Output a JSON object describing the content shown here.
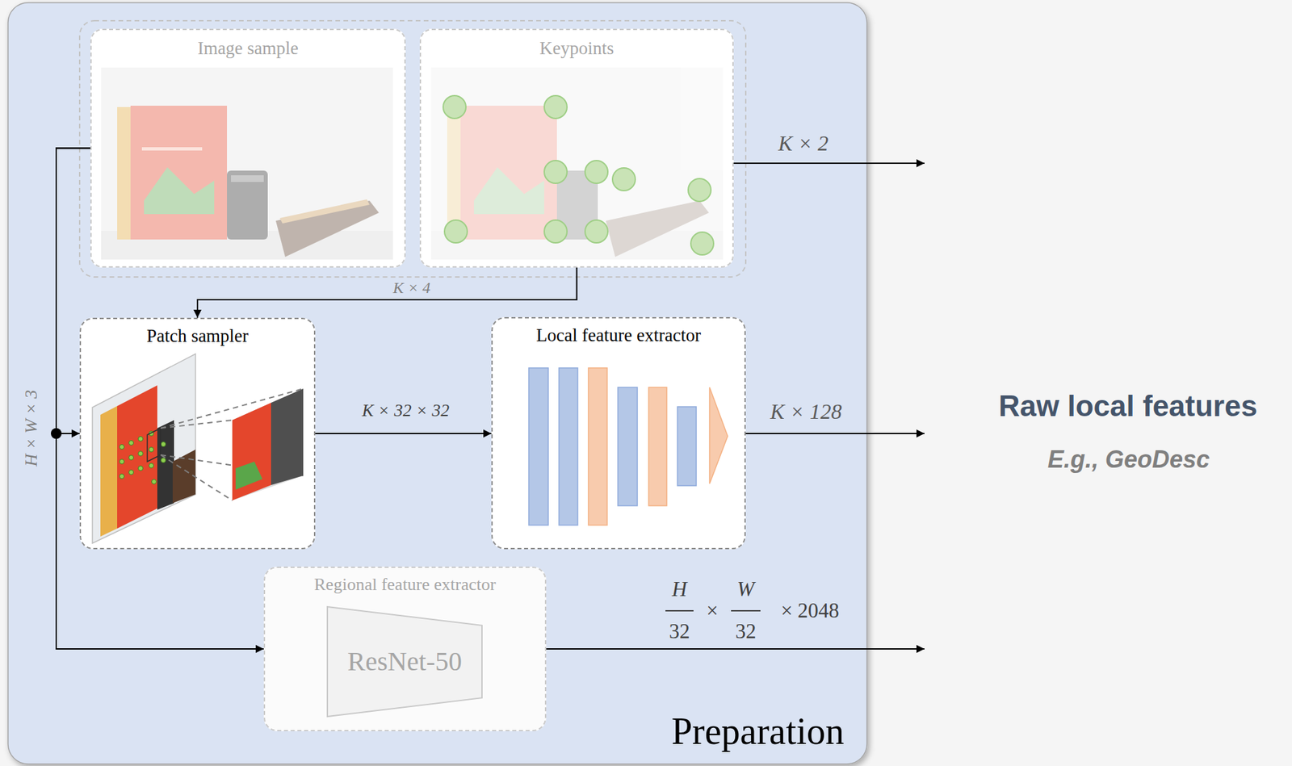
{
  "diagram": {
    "nodes": [
      {
        "text": [
          "Preparation"
        ]
      },
      {
        "text": [
          "Image sample"
        ],
        "in": 0
      },
      {
        "text": [
          "Keypoints"
        ],
        "in": 0
      },
      {
        "text": [
          "Patch sampler"
        ],
        "in": 0
      },
      {
        "text": [
          "Local feature extractor"
        ],
        "in": 0
      },
      {
        "text": [
          "Regional feature extractor"
        ],
        "in": 0
      },
      {
        "text": [
          "ResNet-50"
        ],
        "in": 5
      }
    ],
    "edges": [
      {
        "from": 1,
        "to": 3,
        "label": "H × W × 3",
        "arrow": "to"
      },
      {
        "from": 1,
        "to": 5,
        "arrow": "to"
      },
      {
        "from": 2,
        "to": 3,
        "label": "K × 4",
        "arrow": "to"
      },
      {
        "from": 3,
        "to": 4,
        "label": "K × 32 × 32",
        "arrow": "to"
      }
    ],
    "labels": [
      "K × 2",
      "K × 128",
      "H",
      "32",
      "×",
      "W",
      "32",
      "× 2048",
      "Raw local features",
      "E.g., GeoDesc"
    ]
  }
}
